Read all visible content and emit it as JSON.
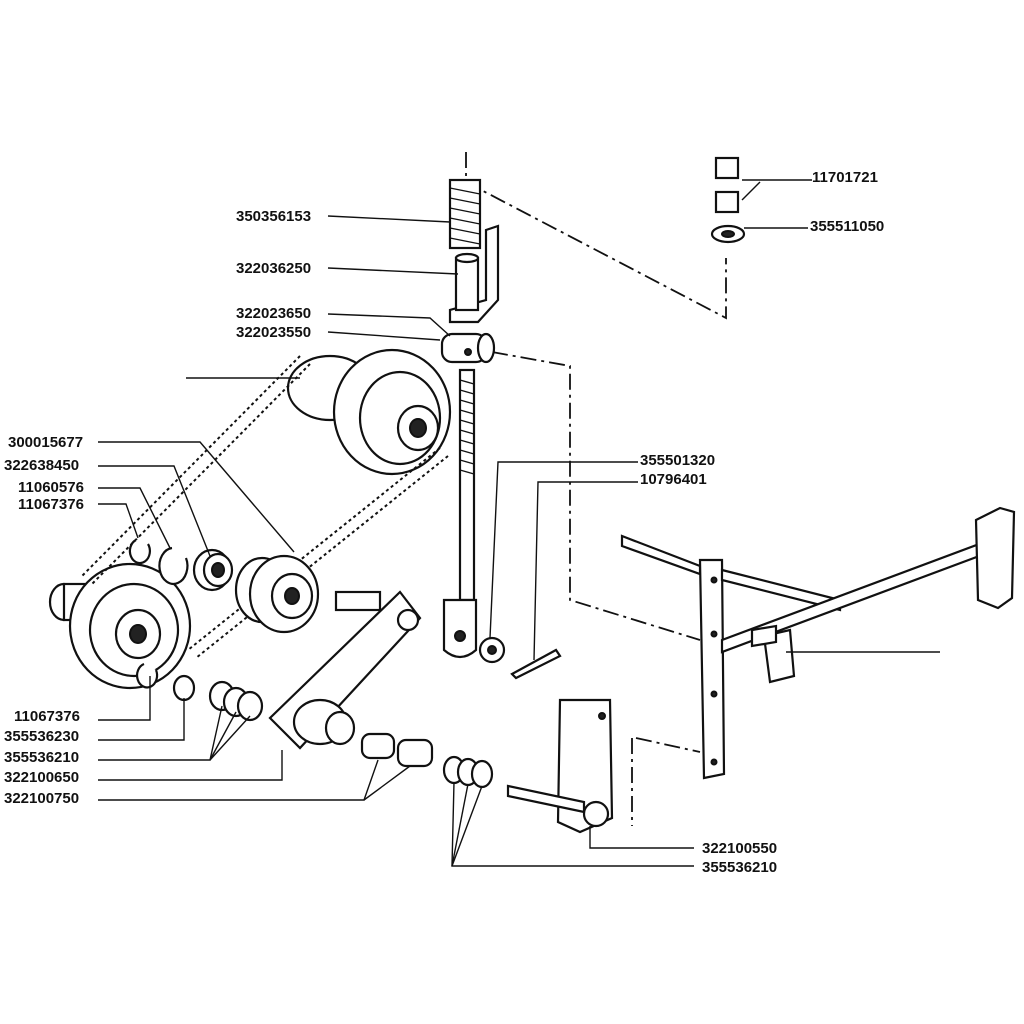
{
  "labels": [
    {
      "id": "p350356153",
      "text": "350356153"
    },
    {
      "id": "p322036250",
      "text": "322036250"
    },
    {
      "id": "p322023650",
      "text": "322023650"
    },
    {
      "id": "p322023550",
      "text": "322023550"
    },
    {
      "id": "p300015677",
      "text": "300015677"
    },
    {
      "id": "p322638450",
      "text": "322638450"
    },
    {
      "id": "p11060576",
      "text": "11060576"
    },
    {
      "id": "p11067376a",
      "text": "11067376"
    },
    {
      "id": "p11701721",
      "text": "11701721"
    },
    {
      "id": "p355511050",
      "text": "355511050"
    },
    {
      "id": "p355501320",
      "text": "355501320"
    },
    {
      "id": "p10796401",
      "text": "10796401"
    },
    {
      "id": "p11067376b",
      "text": "11067376"
    },
    {
      "id": "p355536230",
      "text": "355536230"
    },
    {
      "id": "p355536210a",
      "text": "355536210"
    },
    {
      "id": "p322100650",
      "text": "322100650"
    },
    {
      "id": "p322100750",
      "text": "322100750"
    },
    {
      "id": "p322100550",
      "text": "322100550"
    },
    {
      "id": "p355536210b",
      "text": "355536210"
    }
  ]
}
